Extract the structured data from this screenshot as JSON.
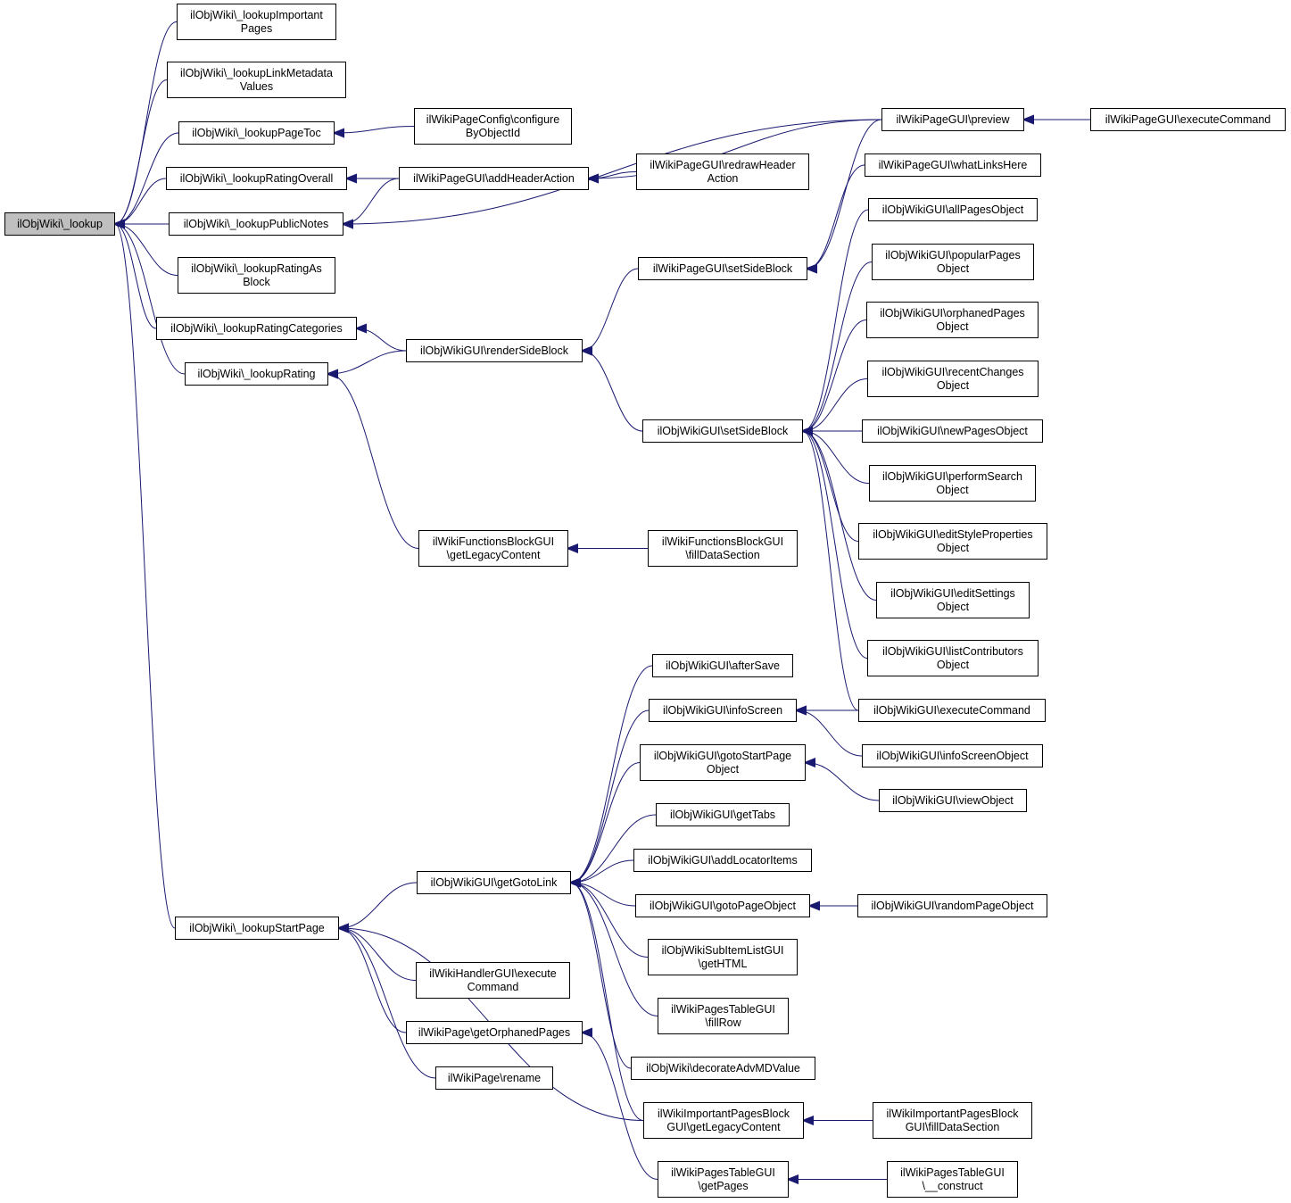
{
  "colors": {
    "edge": "#191970",
    "root_fill": "#bfbfbf",
    "node_fill": "#ffffff",
    "border": "#000000"
  },
  "nodes": [
    {
      "id": "lookup",
      "lines": [
        "ilObjWiki\\_lookup"
      ],
      "root": true
    },
    {
      "id": "imp",
      "lines": [
        "ilObjWiki\\_lookupImportant",
        "Pages"
      ]
    },
    {
      "id": "linkmeta",
      "lines": [
        "ilObjWiki\\_lookupLinkMetadata",
        "Values"
      ]
    },
    {
      "id": "pagetoc",
      "lines": [
        "ilObjWiki\\_lookupPageToc"
      ]
    },
    {
      "id": "ratingoverall",
      "lines": [
        "ilObjWiki\\_lookupRatingOverall"
      ]
    },
    {
      "id": "publicnotes",
      "lines": [
        "ilObjWiki\\_lookupPublicNotes"
      ]
    },
    {
      "id": "ratingasblock",
      "lines": [
        "ilObjWiki\\_lookupRatingAs",
        "Block"
      ]
    },
    {
      "id": "ratingcat",
      "lines": [
        "ilObjWiki\\_lookupRatingCategories"
      ]
    },
    {
      "id": "rating",
      "lines": [
        "ilObjWiki\\_lookupRating"
      ]
    },
    {
      "id": "startpage",
      "lines": [
        "ilObjWiki\\_lookupStartPage"
      ]
    },
    {
      "id": "configure",
      "lines": [
        "ilWikiPageConfig\\configure",
        "ByObjectId"
      ]
    },
    {
      "id": "addheader",
      "lines": [
        "ilWikiPageGUI\\addHeaderAction"
      ]
    },
    {
      "id": "redraw",
      "lines": [
        "ilWikiPageGUI\\redrawHeader",
        "Action"
      ]
    },
    {
      "id": "preview",
      "lines": [
        "ilWikiPageGUI\\preview"
      ]
    },
    {
      "id": "execcmd_page",
      "lines": [
        "ilWikiPageGUI\\executeCommand"
      ]
    },
    {
      "id": "whatlinks",
      "lines": [
        "ilWikiPageGUI\\whatLinksHere"
      ]
    },
    {
      "id": "setsideblock_page",
      "lines": [
        "ilWikiPageGUI\\setSideBlock"
      ]
    },
    {
      "id": "rendersideblock",
      "lines": [
        "ilObjWikiGUI\\renderSideBlock"
      ]
    },
    {
      "id": "setsideblock_wiki",
      "lines": [
        "ilObjWikiGUI\\setSideBlock"
      ]
    },
    {
      "id": "allpages",
      "lines": [
        "ilObjWikiGUI\\allPagesObject"
      ]
    },
    {
      "id": "popular",
      "lines": [
        "ilObjWikiGUI\\popularPages",
        "Object"
      ]
    },
    {
      "id": "orphaned",
      "lines": [
        "ilObjWikiGUI\\orphanedPages",
        "Object"
      ]
    },
    {
      "id": "recent",
      "lines": [
        "ilObjWikiGUI\\recentChanges",
        "Object"
      ]
    },
    {
      "id": "newpages",
      "lines": [
        "ilObjWikiGUI\\newPagesObject"
      ]
    },
    {
      "id": "perfsearch",
      "lines": [
        "ilObjWikiGUI\\performSearch",
        "Object"
      ]
    },
    {
      "id": "editstyle",
      "lines": [
        "ilObjWikiGUI\\editStyleProperties",
        "Object"
      ]
    },
    {
      "id": "editsettings",
      "lines": [
        "ilObjWikiGUI\\editSettings",
        "Object"
      ]
    },
    {
      "id": "listcontrib",
      "lines": [
        "ilObjWikiGUI\\listContributors",
        "Object"
      ]
    },
    {
      "id": "execcmd_wiki",
      "lines": [
        "ilObjWikiGUI\\executeCommand"
      ]
    },
    {
      "id": "funcblock",
      "lines": [
        "ilWikiFunctionsBlockGUI",
        "\\getLegacyContent"
      ]
    },
    {
      "id": "funcfill",
      "lines": [
        "ilWikiFunctionsBlockGUI",
        "\\fillDataSection"
      ]
    },
    {
      "id": "aftersave",
      "lines": [
        "ilObjWikiGUI\\afterSave"
      ]
    },
    {
      "id": "infoscreen",
      "lines": [
        "ilObjWikiGUI\\infoScreen"
      ]
    },
    {
      "id": "infoscreenobj",
      "lines": [
        "ilObjWikiGUI\\infoScreenObject"
      ]
    },
    {
      "id": "gotostart",
      "lines": [
        "ilObjWikiGUI\\gotoStartPage",
        "Object"
      ]
    },
    {
      "id": "viewobj",
      "lines": [
        "ilObjWikiGUI\\viewObject"
      ]
    },
    {
      "id": "gettabs",
      "lines": [
        "ilObjWikiGUI\\getTabs"
      ]
    },
    {
      "id": "getgoto",
      "lines": [
        "ilObjWikiGUI\\getGotoLink"
      ]
    },
    {
      "id": "addlocator",
      "lines": [
        "ilObjWikiGUI\\addLocatorItems"
      ]
    },
    {
      "id": "gotopage",
      "lines": [
        "ilObjWikiGUI\\gotoPageObject"
      ]
    },
    {
      "id": "randompage",
      "lines": [
        "ilObjWikiGUI\\randomPageObject"
      ]
    },
    {
      "id": "subitem",
      "lines": [
        "ilObjWikiSubItemListGUI",
        "\\getHTML"
      ]
    },
    {
      "id": "fillrow",
      "lines": [
        "ilWikiPagesTableGUI",
        "\\fillRow"
      ]
    },
    {
      "id": "decorate",
      "lines": [
        "ilObjWiki\\decorateAdvMDValue"
      ]
    },
    {
      "id": "impblock",
      "lines": [
        "ilWikiImportantPagesBlock",
        "GUI\\getLegacyContent"
      ]
    },
    {
      "id": "impfill",
      "lines": [
        "ilWikiImportantPagesBlock",
        "GUI\\fillDataSection"
      ]
    },
    {
      "id": "handler",
      "lines": [
        "ilWikiHandlerGUI\\execute",
        "Command"
      ]
    },
    {
      "id": "getorphaned",
      "lines": [
        "ilWikiPage\\getOrphanedPages"
      ]
    },
    {
      "id": "rename",
      "lines": [
        "ilWikiPage\\rename"
      ]
    },
    {
      "id": "getpages",
      "lines": [
        "ilWikiPagesTableGUI",
        "\\getPages"
      ]
    },
    {
      "id": "construct",
      "lines": [
        "ilWikiPagesTableGUI",
        "\\__construct"
      ]
    }
  ],
  "edges": [
    {
      "from": "imp",
      "to": "lookup"
    },
    {
      "from": "linkmeta",
      "to": "lookup"
    },
    {
      "from": "pagetoc",
      "to": "lookup"
    },
    {
      "from": "ratingoverall",
      "to": "lookup"
    },
    {
      "from": "publicnotes",
      "to": "lookup"
    },
    {
      "from": "ratingasblock",
      "to": "lookup"
    },
    {
      "from": "ratingcat",
      "to": "lookup"
    },
    {
      "from": "rating",
      "to": "lookup"
    },
    {
      "from": "startpage",
      "to": "lookup"
    },
    {
      "from": "configure",
      "to": "pagetoc"
    },
    {
      "from": "addheader",
      "to": "ratingoverall"
    },
    {
      "from": "addheader",
      "to": "publicnotes"
    },
    {
      "from": "preview",
      "to": "publicnotes"
    },
    {
      "from": "rendersideblock",
      "to": "ratingcat"
    },
    {
      "from": "rendersideblock",
      "to": "rating"
    },
    {
      "from": "funcblock",
      "to": "rating"
    },
    {
      "from": "getgoto",
      "to": "startpage"
    },
    {
      "from": "handler",
      "to": "startpage"
    },
    {
      "from": "getorphaned",
      "to": "startpage"
    },
    {
      "from": "rename",
      "to": "startpage"
    },
    {
      "from": "impblock",
      "to": "startpage"
    },
    {
      "from": "preview",
      "to": "addheader"
    },
    {
      "from": "redraw",
      "to": "addheader"
    },
    {
      "from": "execcmd_page",
      "to": "preview"
    },
    {
      "from": "preview",
      "to": "setsideblock_page"
    },
    {
      "from": "whatlinks",
      "to": "setsideblock_page"
    },
    {
      "from": "setsideblock_page",
      "to": "rendersideblock"
    },
    {
      "from": "setsideblock_wiki",
      "to": "rendersideblock"
    },
    {
      "from": "allpages",
      "to": "setsideblock_wiki"
    },
    {
      "from": "popular",
      "to": "setsideblock_wiki"
    },
    {
      "from": "orphaned",
      "to": "setsideblock_wiki"
    },
    {
      "from": "recent",
      "to": "setsideblock_wiki"
    },
    {
      "from": "newpages",
      "to": "setsideblock_wiki"
    },
    {
      "from": "perfsearch",
      "to": "setsideblock_wiki"
    },
    {
      "from": "editstyle",
      "to": "setsideblock_wiki"
    },
    {
      "from": "editsettings",
      "to": "setsideblock_wiki"
    },
    {
      "from": "listcontrib",
      "to": "setsideblock_wiki"
    },
    {
      "from": "execcmd_wiki",
      "to": "setsideblock_wiki"
    },
    {
      "from": "funcfill",
      "to": "funcblock"
    },
    {
      "from": "aftersave",
      "to": "getgoto"
    },
    {
      "from": "infoscreen",
      "to": "getgoto"
    },
    {
      "from": "gotostart",
      "to": "getgoto"
    },
    {
      "from": "gettabs",
      "to": "getgoto"
    },
    {
      "from": "addlocator",
      "to": "getgoto"
    },
    {
      "from": "gotopage",
      "to": "getgoto"
    },
    {
      "from": "subitem",
      "to": "getgoto"
    },
    {
      "from": "fillrow",
      "to": "getgoto"
    },
    {
      "from": "decorate",
      "to": "getgoto"
    },
    {
      "from": "impblock",
      "to": "getgoto"
    },
    {
      "from": "execcmd_wiki",
      "to": "infoscreen"
    },
    {
      "from": "infoscreenobj",
      "to": "infoscreen"
    },
    {
      "from": "viewobj",
      "to": "gotostart"
    },
    {
      "from": "randompage",
      "to": "gotopage"
    },
    {
      "from": "impfill",
      "to": "impblock"
    },
    {
      "from": "getpages",
      "to": "getorphaned"
    },
    {
      "from": "construct",
      "to": "getpages"
    }
  ]
}
